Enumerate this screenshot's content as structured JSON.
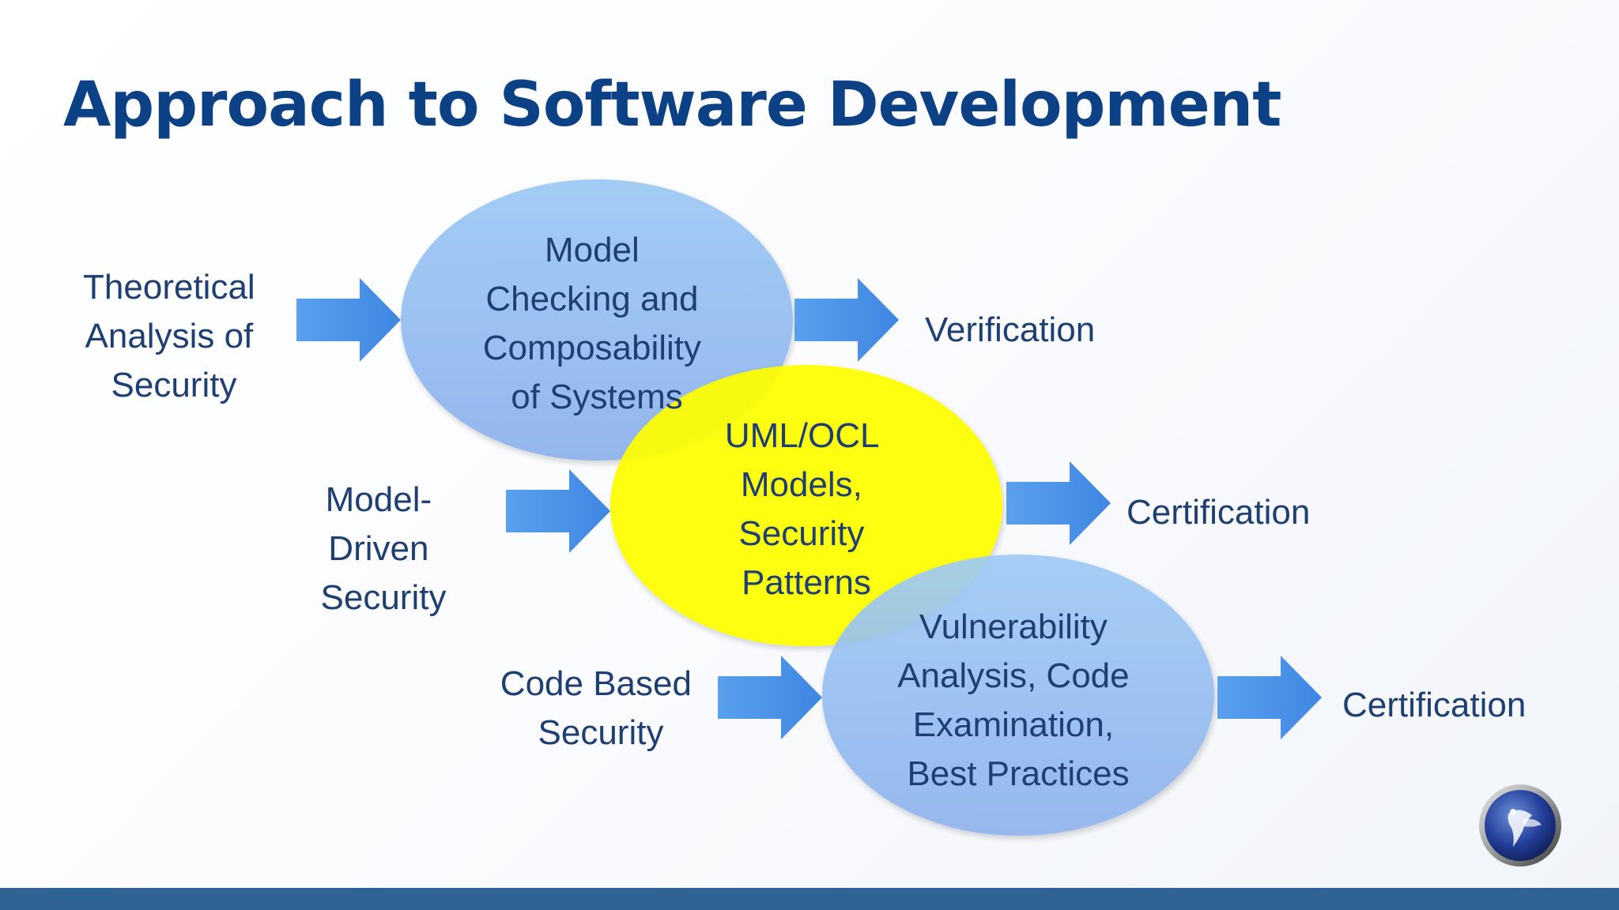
{
  "slide": {
    "title": "Approach to Software Development",
    "rows": [
      {
        "input_lines": [
          "Theoretical",
          "Analysis of",
          "Security"
        ],
        "circle_lines": [
          "Model",
          "Checking and",
          "Composability",
          "of Systems"
        ],
        "output": "Verification"
      },
      {
        "input_lines": [
          "Model-",
          "Driven",
          "Security"
        ],
        "circle_lines": [
          "UML/OCL",
          "Models,",
          "Security",
          "Patterns"
        ],
        "output": "Certification"
      },
      {
        "input_lines": [
          "Code Based",
          "Security"
        ],
        "circle_lines": [
          "Vulnerability",
          "Analysis, Code",
          "Examination,",
          "Best Practices"
        ],
        "output": "Certification"
      }
    ]
  },
  "colors": {
    "title": "#0d4185",
    "text": "#1f3f73",
    "arrow": "#4a90e8",
    "blue_circle": "#8db8ef",
    "yellow_circle": "#ffff00",
    "bottom_bar": "#2f6394"
  },
  "icons": {
    "logo": "owasp-wasp-logo-icon"
  }
}
